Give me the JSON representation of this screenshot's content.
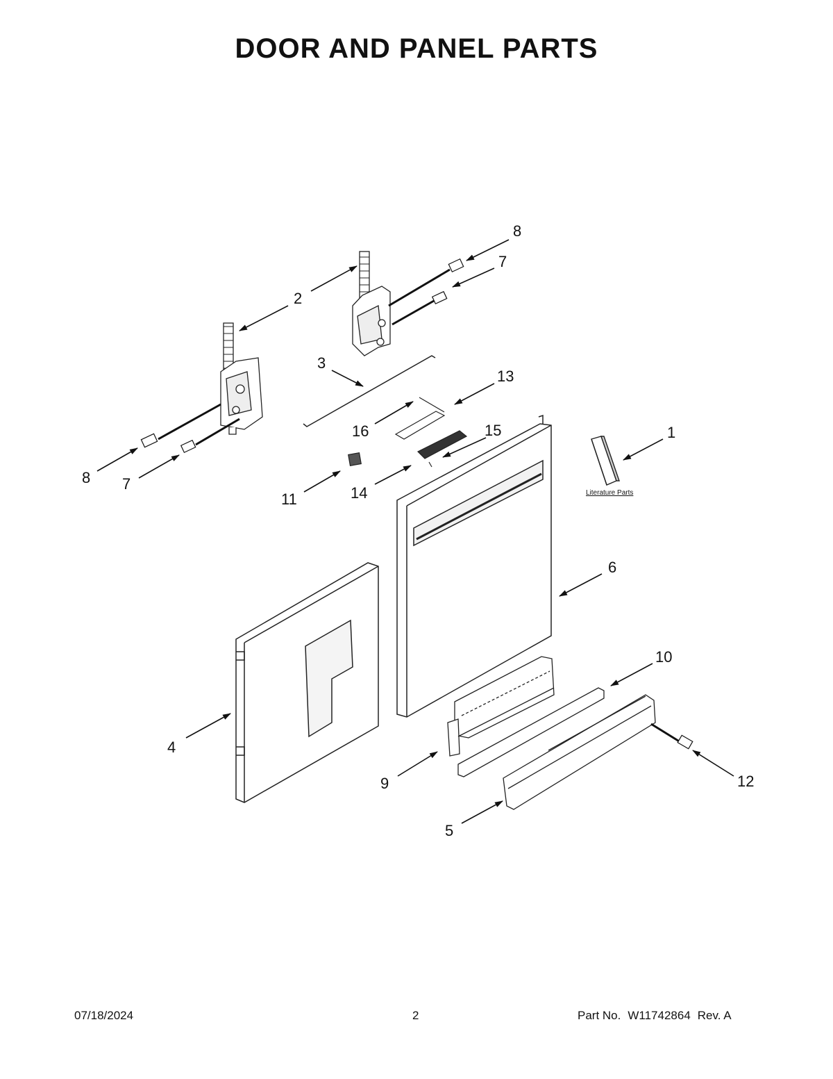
{
  "page": {
    "title": "DOOR AND PANEL PARTS"
  },
  "parts": {
    "c1": "1",
    "c2": "2",
    "c3": "3",
    "c4": "4",
    "c5": "5",
    "c6": "6",
    "c7a": "7",
    "c7b": "7",
    "c8a": "8",
    "c8b": "8",
    "c9": "9",
    "c10": "10",
    "c11": "11",
    "c12": "12",
    "c13": "13",
    "c14": "14",
    "c15": "15",
    "c16": "16",
    "literature_label": "Literature Parts"
  },
  "footer": {
    "date": "07/18/2024",
    "page_number": "2",
    "part_label": "Part No.",
    "part_number": "W11742864",
    "revision": "Rev. A"
  }
}
